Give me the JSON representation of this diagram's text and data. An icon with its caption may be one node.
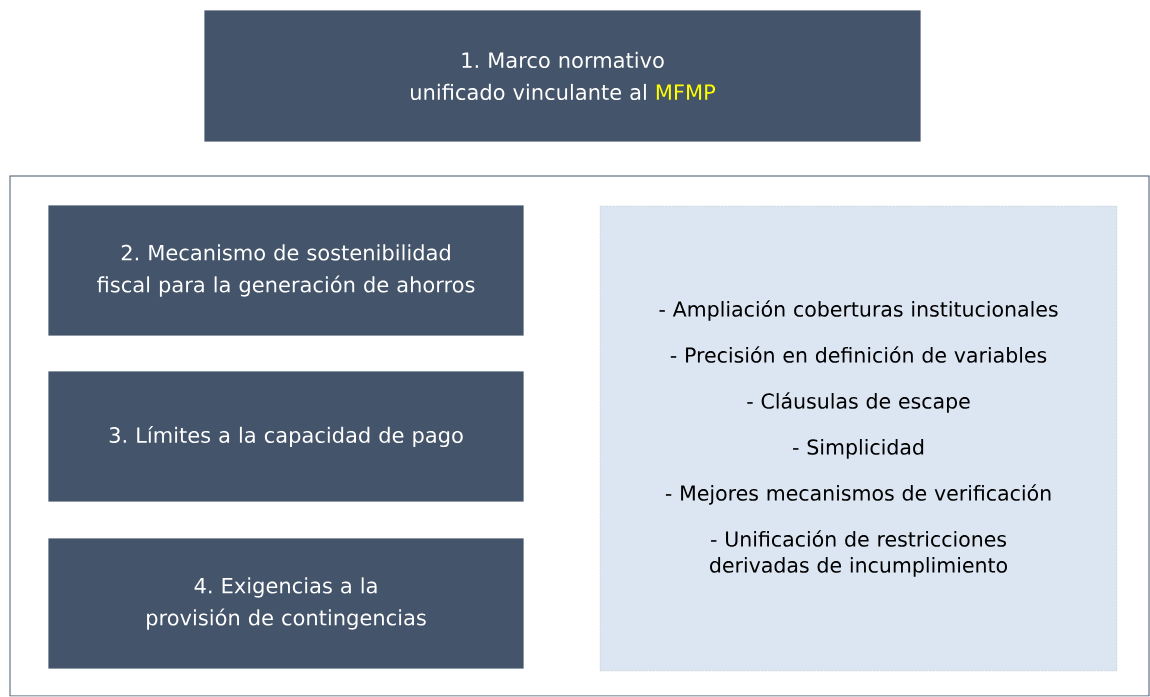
{
  "diagram": {
    "nodes": [
      {
        "text": [
          "1. Marco normativo unificado vinculante al",
          "MFMP"
        ]
      },
      {
        "text": [],
        "shape": "box"
      },
      {
        "text": [
          "2. Mecanismo de sostenibilidad fiscal para la generación de ahorros"
        ],
        "in": 1
      },
      {
        "text": [
          "3. Límites a la capacidad de pago"
        ],
        "in": 1
      },
      {
        "text": [
          "4. Exigencias a la provisión de contingencias"
        ],
        "in": 1
      },
      {
        "text": [
          "- Ampliación coberturas institucionales",
          "- Precisión en definición de variables",
          "- Cláusulas de escape",
          "- Simplicidad",
          "- Mejores mecanismos de verificación",
          "- Unificación de restricciones derivadas de incumplimiento"
        ],
        "in": 1
      }
    ]
  }
}
